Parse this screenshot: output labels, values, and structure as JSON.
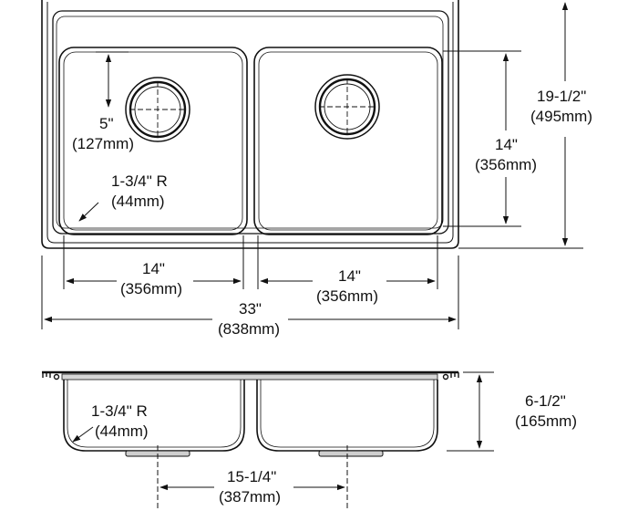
{
  "top_view": {
    "bowl_depth_to_drain": {
      "imperial": "5\"",
      "metric": "(127mm)"
    },
    "corner_radius": {
      "imperial": "1-3/4\" R",
      "metric": "(44mm)"
    },
    "bowl_height": {
      "imperial": "14\"",
      "metric": "(356mm)"
    },
    "overall_depth": {
      "imperial": "19-1/2\"",
      "metric": "(495mm)"
    },
    "left_bowl_width": {
      "imperial": "14\"",
      "metric": "(356mm)"
    },
    "right_bowl_width": {
      "imperial": "14\"",
      "metric": "(356mm)"
    },
    "overall_width": {
      "imperial": "33\"",
      "metric": "(838mm)"
    }
  },
  "side_view": {
    "corner_radius": {
      "imperial": "1-3/4\" R",
      "metric": "(44mm)"
    },
    "bowl_depth": {
      "imperial": "6-1/2\"",
      "metric": "(165mm)"
    },
    "drain_spacing": {
      "imperial": "15-1/4\"",
      "metric": "(387mm)"
    }
  }
}
